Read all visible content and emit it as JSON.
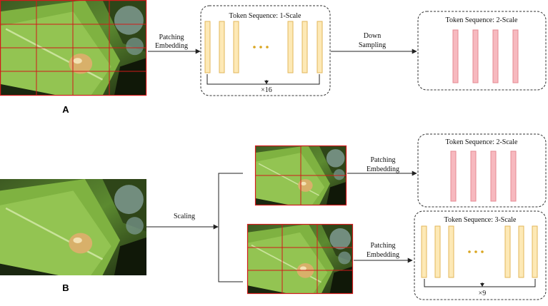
{
  "panel_labels": {
    "a": "A",
    "b": "B"
  },
  "section_a": {
    "patch_label_1": "Patching",
    "patch_label_2": "Embedding",
    "seq1_title": "Token Sequence: 1-Scale",
    "seq1_repeat": "×16",
    "down_label_1": "Down",
    "down_label_2": "Sampling",
    "seq2_title": "Token Sequence: 2-Scale"
  },
  "section_b": {
    "scaling_label": "Scaling",
    "patch_top_1": "Patching",
    "patch_top_2": "Embedding",
    "seq2_title": "Token Sequence: 2-Scale",
    "patch_bot_1": "Patching",
    "patch_bot_2": "Embedding",
    "seq3_title": "Token Sequence: 3-Scale",
    "seq3_repeat": "×9"
  },
  "colors": {
    "token_yellow": "#fde9b6",
    "token_pink": "#f7b9bf",
    "grid_red": "#d11a1a",
    "dots_gold": "#d9a520"
  }
}
